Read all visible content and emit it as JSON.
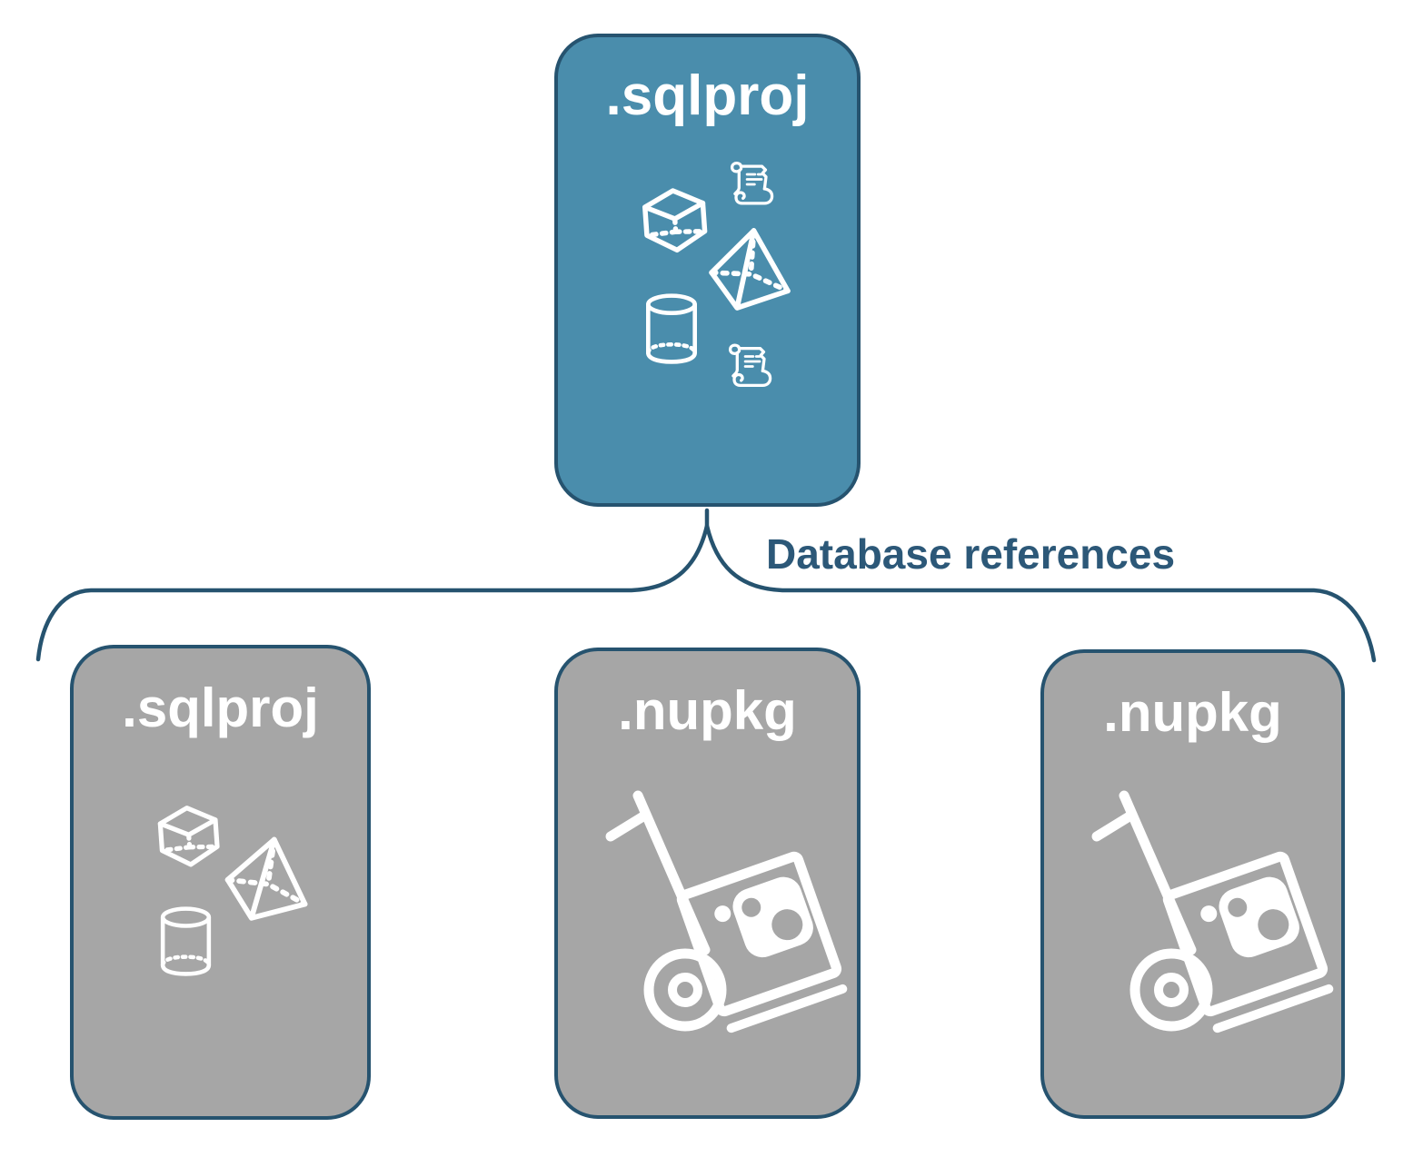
{
  "colors": {
    "background": "#FFFFFF",
    "root_fill": "#4A8DAC",
    "child_fill": "#A6A6A6",
    "border": "#26536F",
    "connector": "#26536F",
    "label": "#FFFFFF",
    "edge_label": "#2C5878"
  },
  "nodes": {
    "root": {
      "label": ".sqlproj",
      "icons": [
        "cube-icon",
        "script-scroll-icon",
        "pyramid-icon",
        "cylinder-icon",
        "script-scroll-icon"
      ]
    },
    "children": [
      {
        "label": ".sqlproj",
        "icons": [
          "cube-icon",
          "pyramid-icon",
          "cylinder-icon"
        ]
      },
      {
        "label": ".nupkg",
        "icons": [
          "package-dolly-icon"
        ]
      },
      {
        "label": ".nupkg",
        "icons": [
          "package-dolly-icon"
        ]
      }
    ]
  },
  "edge": {
    "label": "Database references"
  }
}
